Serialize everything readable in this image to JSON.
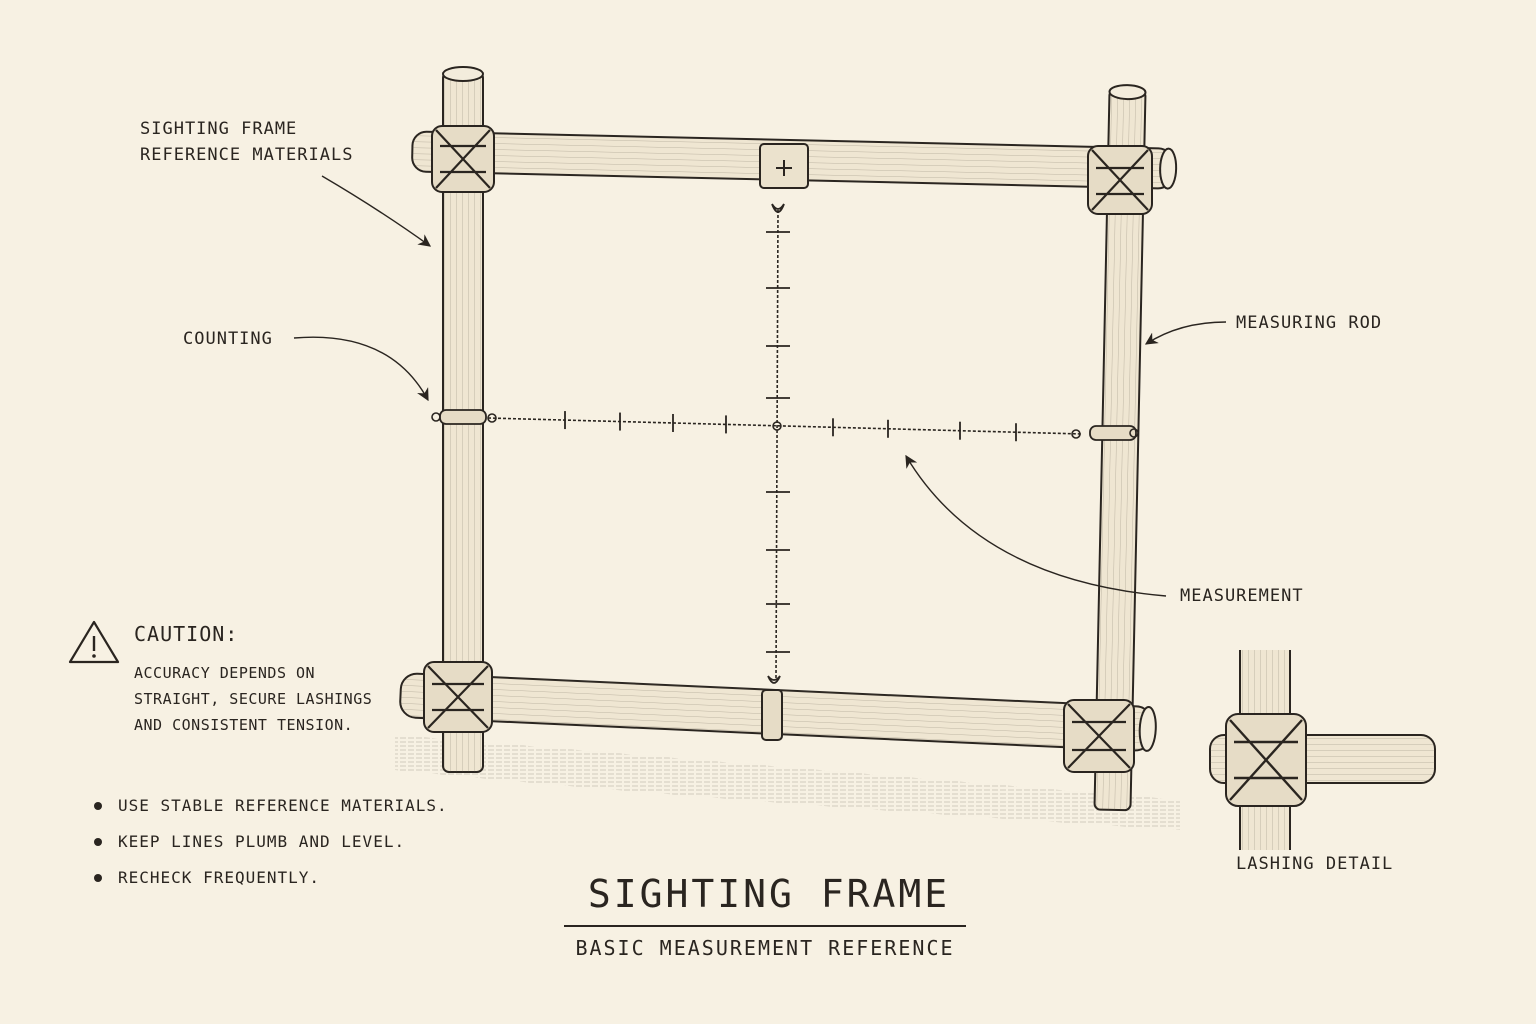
{
  "labels": {
    "sighting_frame_line1": "SIGHTING FRAME",
    "sighting_frame_line2": "REFERENCE MATERIALS",
    "counting": "COUNTING",
    "measuring_rod": "MEASURING ROD",
    "measurement": "MEASUREMENT",
    "lashing_detail": "LASHING DETAIL"
  },
  "caution": {
    "title": "CAUTION:",
    "body": "ACCURACY DEPENDS ON\nSTRAIGHT, SECURE LASHINGS\nAND CONSISTENT TENSION."
  },
  "tips": [
    "USE STABLE REFERENCE MATERIALS.",
    "KEEP LINES PLUMB AND LEVEL.",
    "RECHECK FREQUENTLY."
  ],
  "title": "SIGHTING FRAME",
  "subtitle": "BASIC MEASUREMENT REFERENCE",
  "colors": {
    "paper": "#f7f1e3",
    "ink": "#2a2520",
    "wood": "#efe6d2"
  },
  "icons": [
    "warning-triangle-icon",
    "bullet-icon"
  ]
}
